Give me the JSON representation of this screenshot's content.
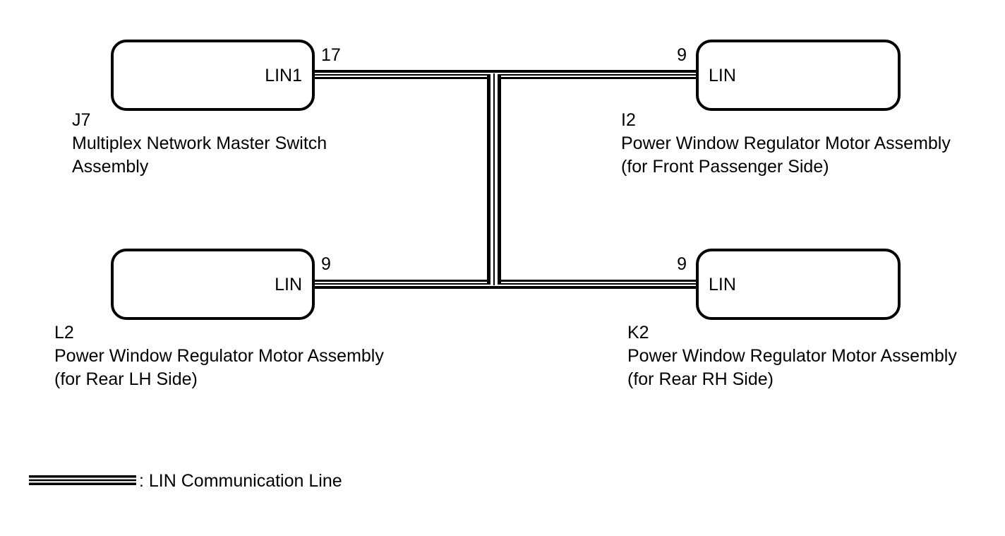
{
  "components": [
    {
      "id": "J7",
      "code": "J7",
      "name_lines": [
        "Multiplex Network Master Switch",
        "Assembly"
      ],
      "pin_label": "LIN1",
      "pin_number": "17"
    },
    {
      "id": "I2",
      "code": "I2",
      "name_lines": [
        "Power Window Regulator Motor Assembly",
        "(for Front Passenger Side)"
      ],
      "pin_label": "LIN",
      "pin_number": "9"
    },
    {
      "id": "L2",
      "code": "L2",
      "name_lines": [
        "Power Window Regulator Motor Assembly",
        "(for Rear LH Side)"
      ],
      "pin_label": "LIN",
      "pin_number": "9"
    },
    {
      "id": "K2",
      "code": "K2",
      "name_lines": [
        "Power Window Regulator Motor Assembly",
        "(for Rear RH Side)"
      ],
      "pin_label": "LIN",
      "pin_number": "9"
    }
  ],
  "legend": {
    "label": ": LIN Communication Line"
  }
}
